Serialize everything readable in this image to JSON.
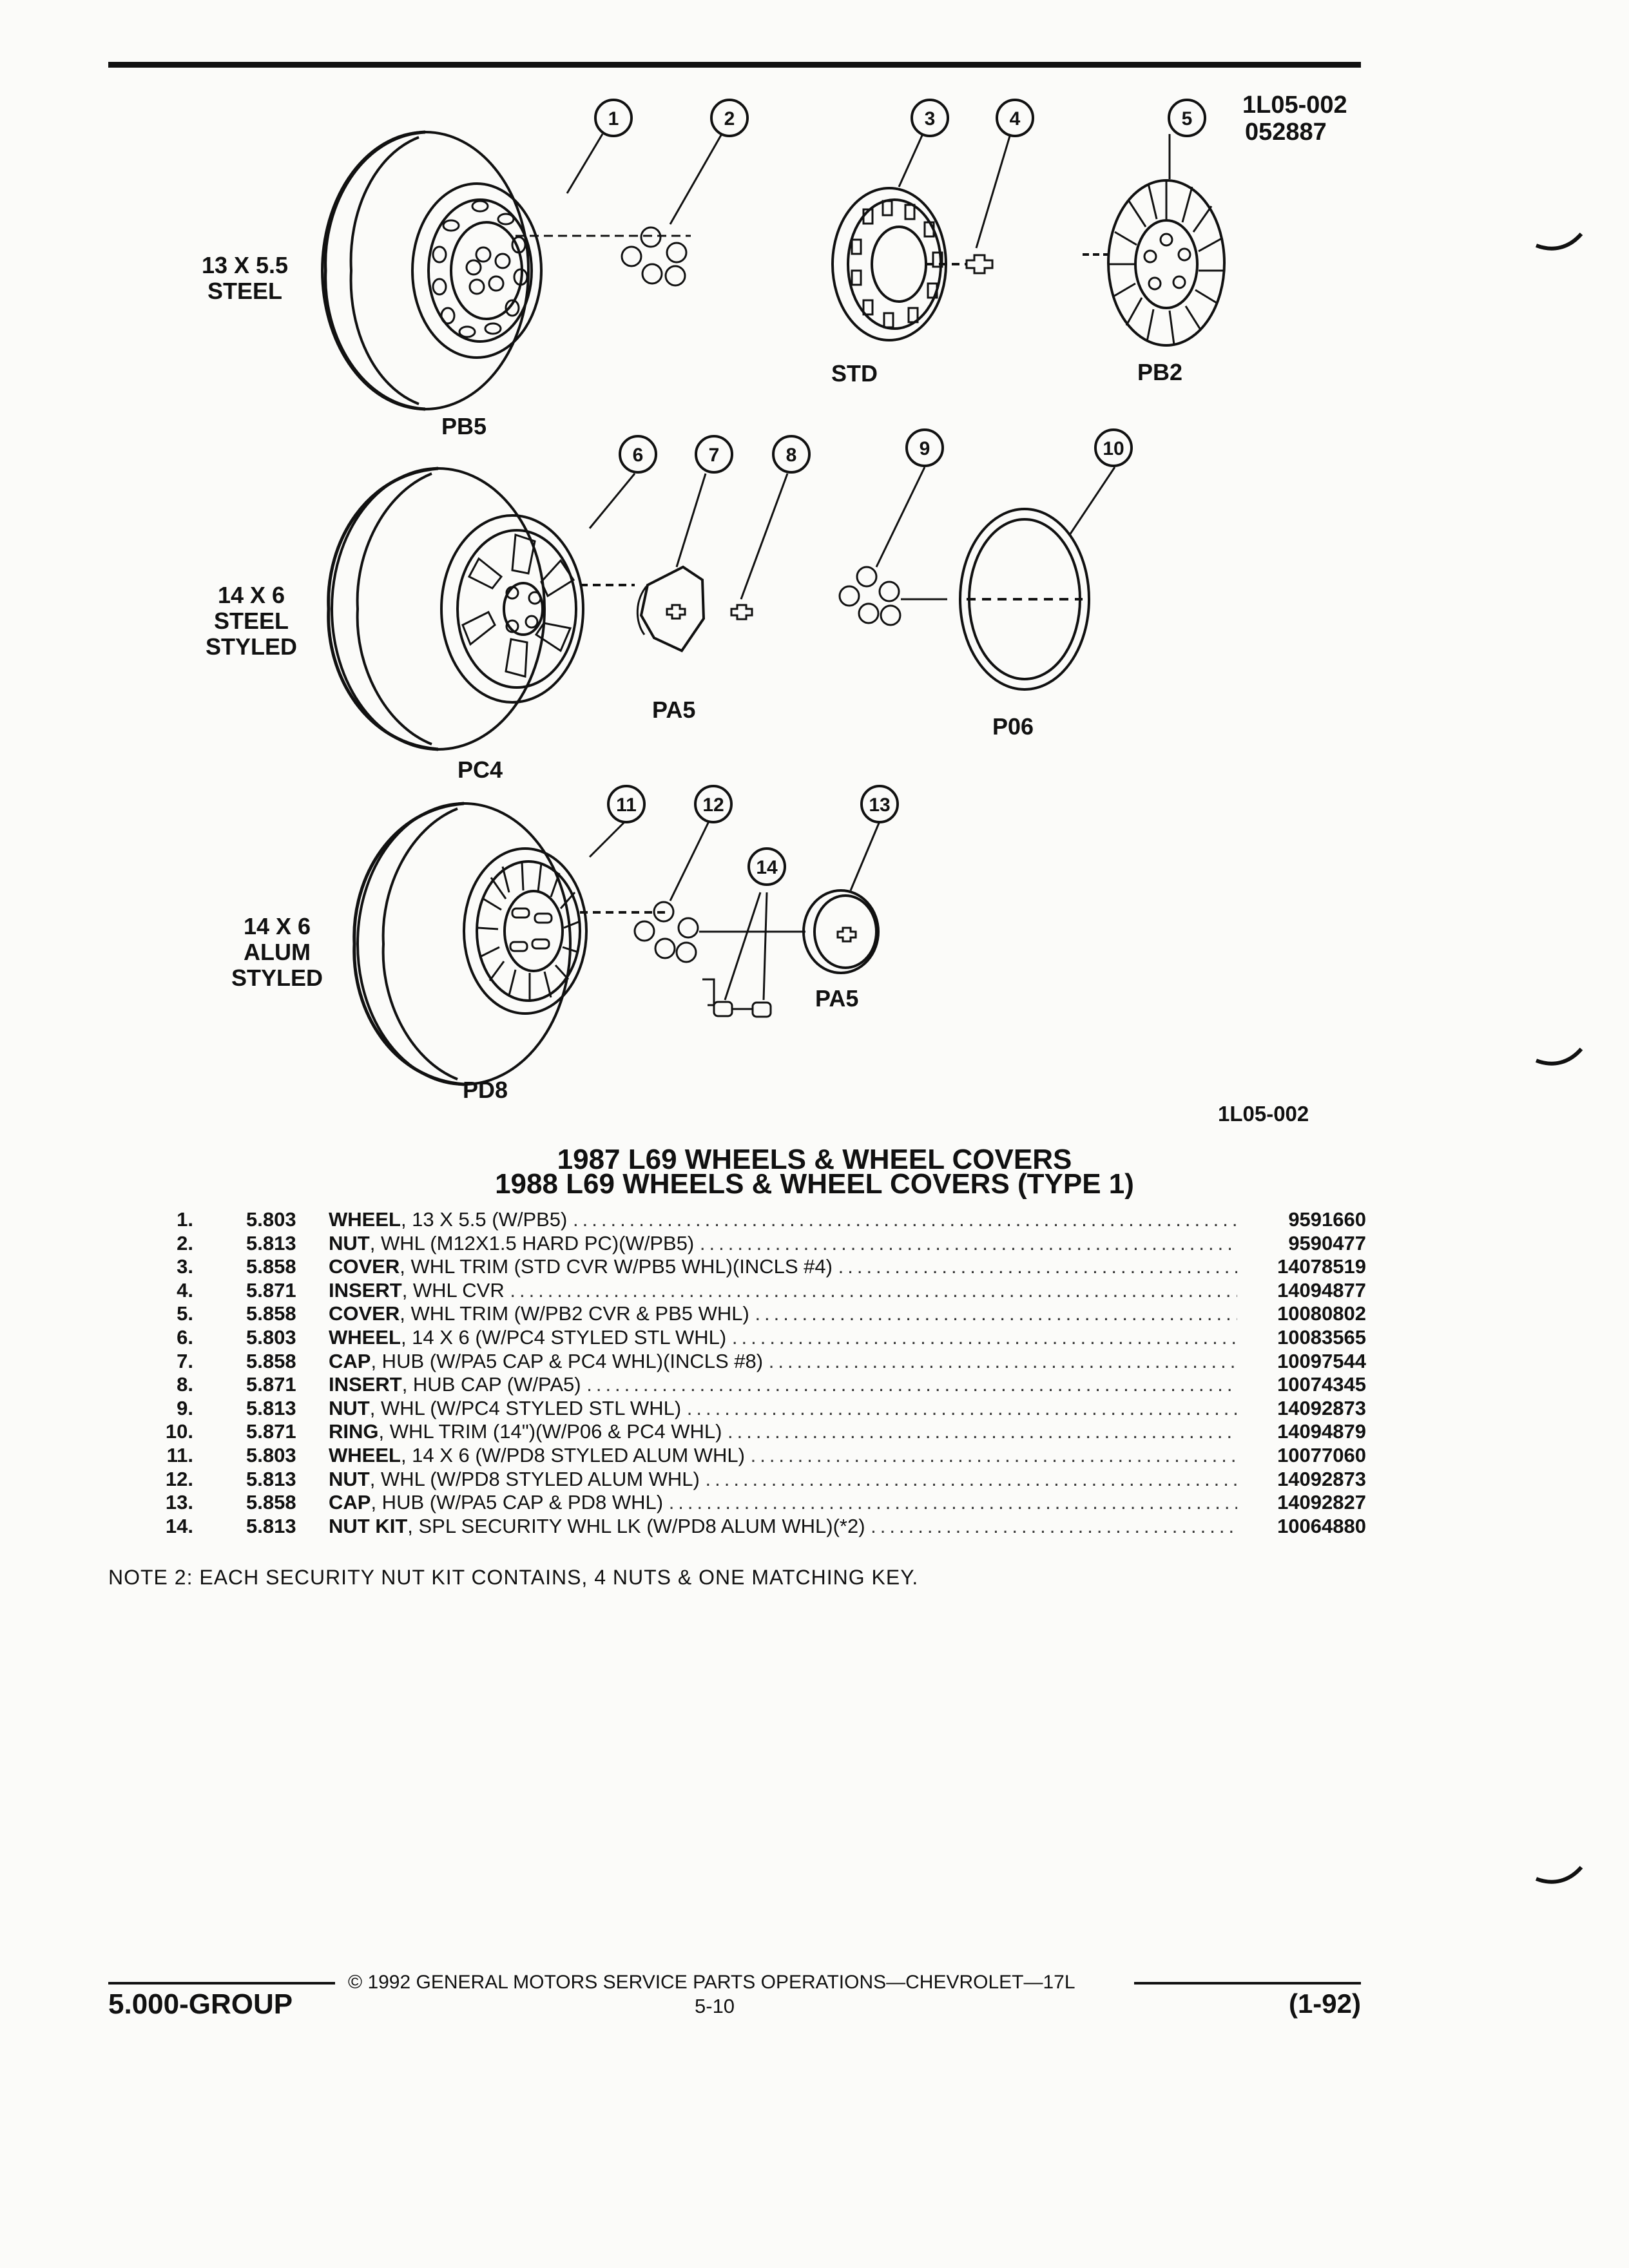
{
  "header": {
    "ref_code": "1L05-002",
    "ref_date": "052887"
  },
  "diagram": {
    "callouts": [
      "1",
      "2",
      "3",
      "4",
      "5",
      "6",
      "7",
      "8",
      "9",
      "10",
      "11",
      "12",
      "13",
      "14"
    ],
    "labels": {
      "wheel1_size": [
        "13 X 5.5",
        "STEEL"
      ],
      "wheel1_code": "PB5",
      "std_cover": "STD",
      "pb2_cover": "PB2",
      "wheel2_size": [
        "14 X 6",
        "STEEL",
        "STYLED"
      ],
      "wheel2_code": "PC4",
      "cap2_code": "PA5",
      "ring_code": "P06",
      "wheel3_size": [
        "14 X 6",
        "ALUM",
        "STYLED"
      ],
      "wheel3_code": "PD8",
      "cap3_code": "PA5"
    },
    "figure_code": "1L05-002"
  },
  "title": {
    "line1": "1987 L69 WHEELS & WHEEL COVERS",
    "line2": "1988 L69 WHEELS & WHEEL COVERS (TYPE 1)"
  },
  "parts": [
    {
      "num": "1.",
      "group": "5.803",
      "name": "WHEEL",
      "detail": ", 13 X 5.5 (W/PB5)",
      "pn": "9591660"
    },
    {
      "num": "2.",
      "group": "5.813",
      "name": "NUT",
      "detail": ", WHL (M12X1.5 HARD PC)(W/PB5)",
      "pn": "9590477"
    },
    {
      "num": "3.",
      "group": "5.858",
      "name": "COVER",
      "detail": ", WHL TRIM (STD CVR W/PB5 WHL)(INCLS #4)",
      "pn": "14078519"
    },
    {
      "num": "4.",
      "group": "5.871",
      "name": "INSERT",
      "detail": ", WHL CVR",
      "pn": "14094877"
    },
    {
      "num": "5.",
      "group": "5.858",
      "name": "COVER",
      "detail": ", WHL TRIM (W/PB2 CVR & PB5 WHL)",
      "pn": "10080802"
    },
    {
      "num": "6.",
      "group": "5.803",
      "name": "WHEEL",
      "detail": ", 14 X 6 (W/PC4 STYLED STL WHL)",
      "pn": "10083565"
    },
    {
      "num": "7.",
      "group": "5.858",
      "name": "CAP",
      "detail": ", HUB (W/PA5 CAP & PC4 WHL)(INCLS #8)",
      "pn": "10097544"
    },
    {
      "num": "8.",
      "group": "5.871",
      "name": "INSERT",
      "detail": ", HUB CAP (W/PA5)",
      "pn": "10074345"
    },
    {
      "num": "9.",
      "group": "5.813",
      "name": "NUT",
      "detail": ", WHL (W/PC4 STYLED STL WHL)",
      "pn": "14092873"
    },
    {
      "num": "10.",
      "group": "5.871",
      "name": "RING",
      "detail": ", WHL TRIM (14\")(W/P06 & PC4 WHL)",
      "pn": "14094879"
    },
    {
      "num": "11.",
      "group": "5.803",
      "name": "WHEEL",
      "detail": ", 14 X 6 (W/PD8 STYLED ALUM WHL)",
      "pn": "10077060"
    },
    {
      "num": "12.",
      "group": "5.813",
      "name": "NUT",
      "detail": ", WHL (W/PD8 STYLED ALUM WHL)",
      "pn": "14092873"
    },
    {
      "num": "13.",
      "group": "5.858",
      "name": "CAP",
      "detail": ", HUB (W/PA5 CAP & PD8 WHL)",
      "pn": "14092827"
    },
    {
      "num": "14.",
      "group": "5.813",
      "name": "NUT KIT",
      "detail": ", SPL SECURITY WHL LK (W/PD8 ALUM WHL)(*2)",
      "pn": "10064880"
    }
  ],
  "note": "NOTE  2:  EACH SECURITY NUT KIT CONTAINS, 4 NUTS & ONE MATCHING KEY.",
  "footer": {
    "copyright": "©  1992  GENERAL MOTORS SERVICE PARTS OPERATIONS—CHEVROLET—17L",
    "group": "5.000-GROUP",
    "page": "5-10",
    "date": "(1-92)"
  }
}
